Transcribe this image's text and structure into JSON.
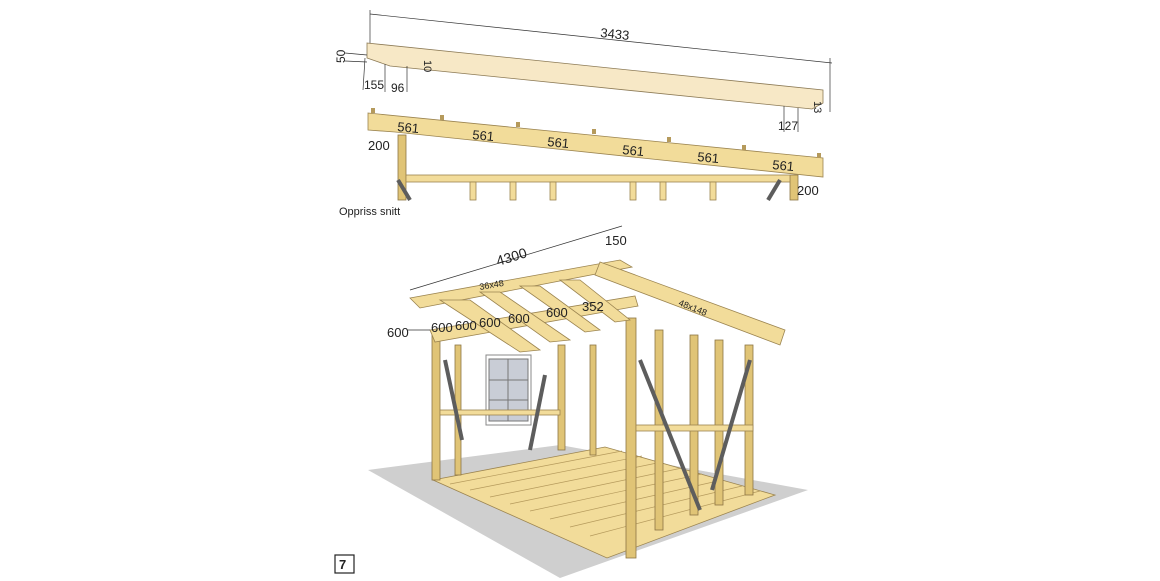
{
  "top_board": {
    "length": "3433",
    "left_height": "50",
    "notch_depth": "10",
    "left_offset": "155",
    "notch_width": "96",
    "right_height": "13",
    "right_offset": "127"
  },
  "section": {
    "spacings": [
      "561",
      "561",
      "561",
      "561",
      "561",
      "561"
    ],
    "left_height": "200",
    "right_height": "200",
    "caption": "Oppriss snitt"
  },
  "iso": {
    "length": "4300",
    "overhang": "150",
    "batten_size": "36x48",
    "rafter_size": "48x148",
    "overhang_side": "600",
    "spacings": [
      "600",
      "600",
      "600",
      "600",
      "600",
      "352"
    ]
  },
  "step_number": "7"
}
